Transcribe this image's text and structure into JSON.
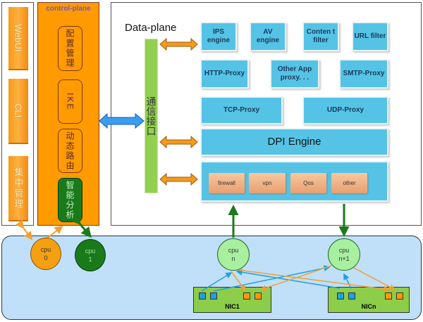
{
  "ui": {
    "labels": [
      "WebUI",
      "CLI",
      "集中管理"
    ]
  },
  "control_plane": {
    "title": "control-plane",
    "modules": [
      "配置管理",
      "IKE",
      "动态路由",
      "智能分析"
    ]
  },
  "data_plane": {
    "title": "Data-plane",
    "interface": "通信接口",
    "engines": [
      "IPS engine",
      "AV engine",
      "Conten t filter",
      "URL filter"
    ],
    "proxies": [
      "HTTP-Proxy",
      "Other App proxy. . .",
      "SMTP-Proxy"
    ],
    "transport": [
      "TCP-Proxy",
      "UDP-Proxy"
    ],
    "dpi": "DPI Engine",
    "modules": [
      "firewall",
      "vpn",
      "Qos",
      "other"
    ]
  },
  "hardware": {
    "cpus": [
      {
        "line1": "cpu",
        "line2": "0"
      },
      {
        "line1": "cpu",
        "line2": "1"
      },
      {
        "line1": "cpu",
        "line2": "n"
      },
      {
        "line1": "cpu",
        "line2": "n+1"
      }
    ],
    "nics": [
      "NIC1",
      "NICn"
    ]
  },
  "colors": {
    "orange": "#ff9a00",
    "engine_blue": "#55c3e6",
    "interface_green": "#92d050",
    "dark_green": "#1a7a1a",
    "light_green": "#a8f0a0",
    "panel_blue": "#bfe0f8",
    "nic_green": "#8ccd4a"
  }
}
